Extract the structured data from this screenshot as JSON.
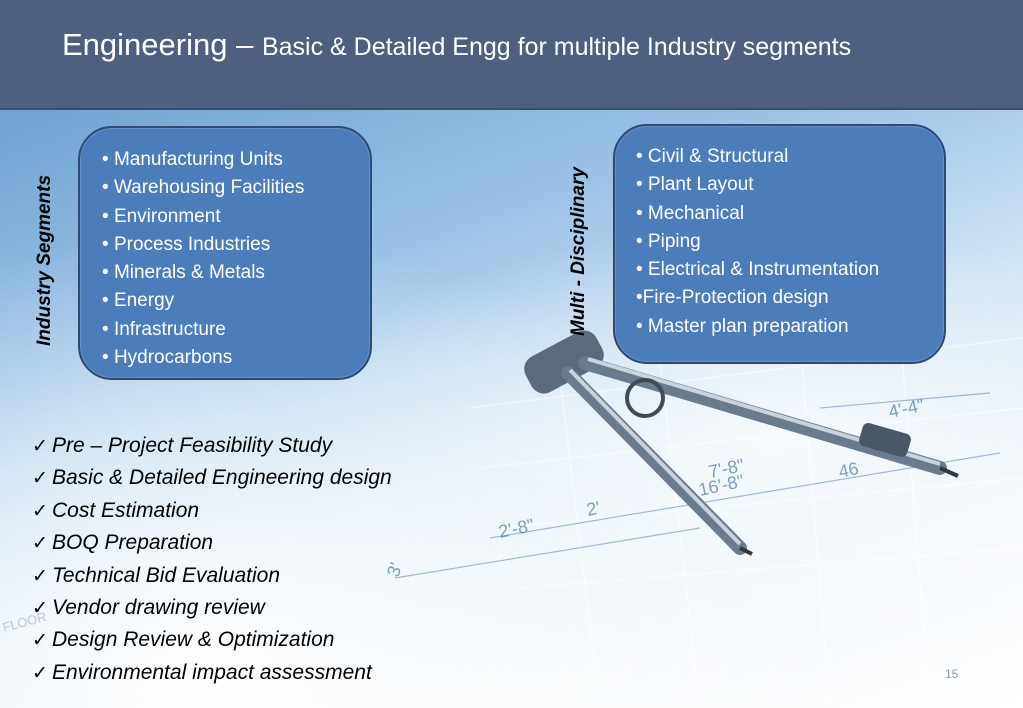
{
  "header": {
    "title_main": "Engineering",
    "title_sep": " – ",
    "title_sub": "Basic & Detailed Engg for multiple Industry segments"
  },
  "industry_segments": {
    "label": "Industry Segments",
    "items": [
      "Manufacturing Units",
      "Warehousing Facilities",
      "Environment",
      "Process Industries",
      "Minerals & Metals",
      "Energy",
      "Infrastructure",
      "Hydrocarbons"
    ]
  },
  "multi_disciplinary": {
    "label": "Multi - Disciplinary",
    "items": [
      "• Civil & Structural",
      "• Plant Layout",
      "• Mechanical",
      "• Piping",
      "• Electrical & Instrumentation",
      "•Fire-Protection design",
      "• Master plan preparation"
    ]
  },
  "services": {
    "check_glyph": "✓",
    "items": [
      "Pre – Project Feasibility Study",
      "Basic & Detailed Engineering design",
      "Cost Estimation",
      "BOQ Preparation",
      "Technical Bid Evaluation",
      "Vendor drawing review",
      "Design Review & Optimization",
      "Environmental impact assessment"
    ]
  },
  "blueprint": {
    "dimensions": [
      "4'-4\"",
      "7'-8\"",
      "16'-8\"",
      "46",
      "2'-8\"",
      "2'",
      "3'"
    ],
    "floor_text": "FLOOR"
  },
  "footer": {
    "page_number": "15"
  },
  "colors": {
    "title_bar": "#4f5f82",
    "box_fill": "#4c7dbb",
    "box_border": "#2d4a73"
  }
}
